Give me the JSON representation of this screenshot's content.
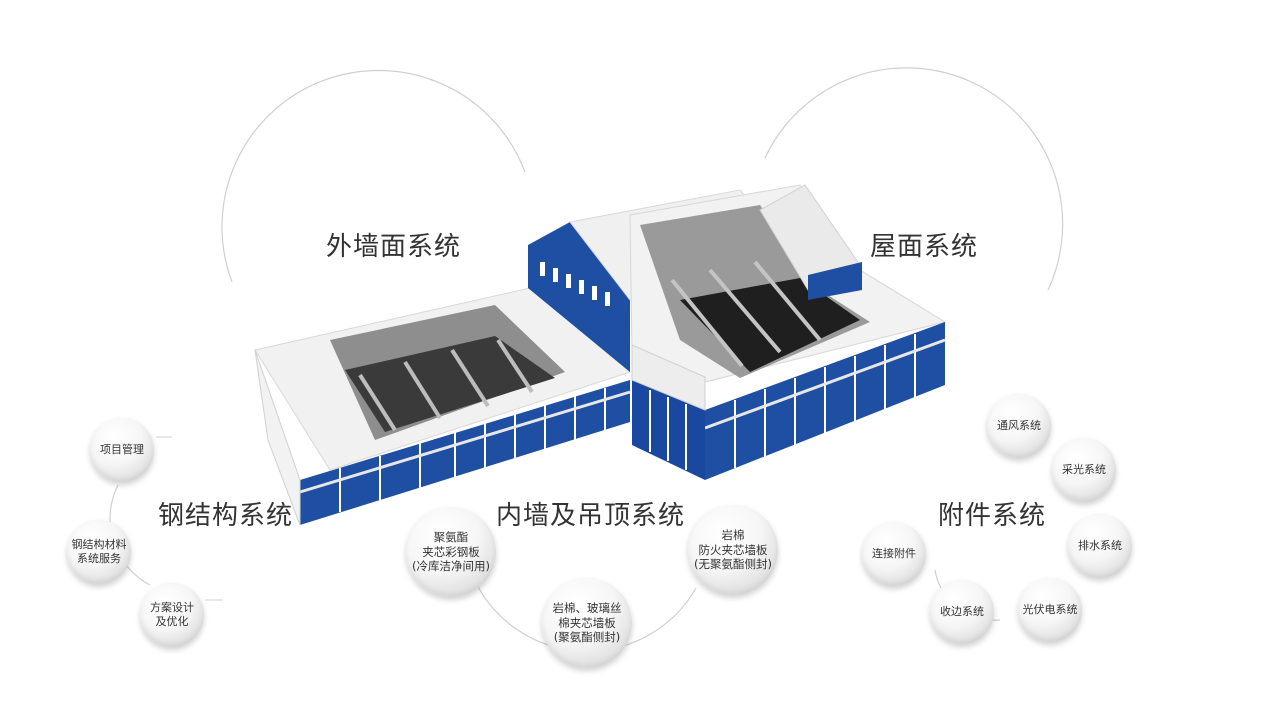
{
  "systems": {
    "exterior_wall": "外墙面系统",
    "roof": "屋面系统",
    "steel_structure": "钢结构系统",
    "interior_wall_ceiling": "内墙及吊顶系统",
    "accessories": "附件系统"
  },
  "steel_items": {
    "project_mgmt": "项目管理",
    "steel_material": "钢结构材料\n系统服务",
    "design_opt": "方案设计\n及优化"
  },
  "interior_items": {
    "pu_panel": "聚氨酯\n夹芯彩钢板\n(冷库洁净间用)",
    "rockwool_glass": "岩棉、玻璃丝\n棉夹芯墙板\n(聚氨酯侧封)",
    "rockwool_fire": "岩棉\n防火夹芯墙板\n(无聚氨酯侧封)"
  },
  "accessory_items": {
    "ventilation": "通风系统",
    "daylight": "采光系统",
    "drainage": "排水系统",
    "pv": "光伏电系统",
    "flashing": "收边系统",
    "connector": "连接附件"
  },
  "colors": {
    "wall_blue": "#1f4fa3",
    "wall_blue_dark": "#183f85",
    "roof_white": "#f3f3f3",
    "roof_shadow": "#d6d6d6",
    "arc_gray": "#cfcfcf"
  }
}
